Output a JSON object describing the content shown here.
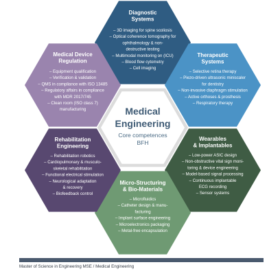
{
  "center": {
    "title_line1": "Medical",
    "title_line2": "Engineering",
    "subtitle_line1": "Core competences",
    "subtitle_line2": "BFH"
  },
  "hexagons": [
    {
      "id": "diagnostic",
      "color": "#2f5c82",
      "title": [
        "Diagnostic",
        "Systems"
      ],
      "items": [
        "– 3D imaging for spine scoliosis",
        "– Optical coherence tomography for",
        "ophthalmology & non-",
        "destructive testing",
        "– Multimodal monitoring on (ICU)",
        "– Blood flow cytometry",
        "– Cell imaging"
      ]
    },
    {
      "id": "therapeutic",
      "color": "#4b93c6",
      "title": [
        "Therapeutic",
        "Systems"
      ],
      "items": [
        "– Selective retina therapy",
        "– Piezo-driven ultrasonic miniscaler",
        "for dentistry",
        "– Non-invasive diaphragm stimulation",
        "– Active orthoses & prosthesis",
        "– Respiratory therapy"
      ]
    },
    {
      "id": "wearables",
      "color": "#3f5c44",
      "title": [
        "Wearables",
        "& Implantables"
      ],
      "items": [
        "– Low-power ASIC design",
        "– Non-obstructive vital sign moni-",
        "toring & device engineering",
        "– Model-based signal processing",
        "– Continuous implantable",
        "ECG recording",
        "– Sensor systems"
      ]
    },
    {
      "id": "microstructuring",
      "color": "#6f9a73",
      "title": [
        "Micro-Structuring",
        "& Bio-Materials"
      ],
      "items": [
        "– Microfluidics",
        "– Catheter design & manu-",
        "facturing",
        "– Implant surface engineering",
        "– Microelectronics packaging",
        "– Metal-free encapsulation"
      ]
    },
    {
      "id": "rehabilitation",
      "color": "#584870",
      "title": [
        "Rehabilitation",
        "Engineering"
      ],
      "items": [
        "– Rehabilitation robotics",
        "– Cardiopulmonary & musculo-",
        "skeletal rehabilitation",
        "– Functional electrical stimulation",
        "– Neurological adaptation",
        "& recovery",
        "– Biofeedback control"
      ]
    },
    {
      "id": "medical-device",
      "color": "#9a84ae",
      "title": [
        "Medical Device",
        "Regulation"
      ],
      "items": [
        "– Equipment qualification",
        "– Verification & validation",
        "– QMS in compliance with ISO 13485",
        "– Regulatory affairs in compliance",
        "with MDR 2017/745",
        "– Clean room (ISO class 7)",
        "manufacturing"
      ]
    }
  ],
  "footer": {
    "text": "Master of Science in Engineering MSE / Medical Engineering"
  }
}
